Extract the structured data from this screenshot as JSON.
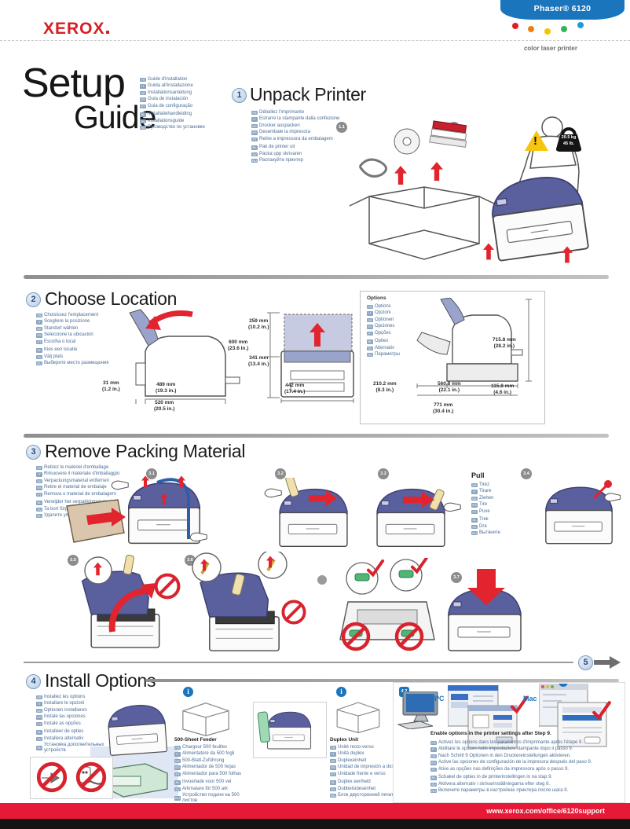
{
  "header": {
    "brand": "XEROX",
    "product": "Phaser® 6120",
    "tagline": "color laser printer",
    "dot_colors": [
      "#e02020",
      "#f07f13",
      "#f5c400",
      "#2fb457",
      "#1a9dd9"
    ]
  },
  "title": {
    "word1": "Setup",
    "word2": "Guide",
    "languages": [
      {
        "code": "FR",
        "text": "Guide d'installation"
      },
      {
        "code": "IT",
        "text": "Guida all'installazione"
      },
      {
        "code": "DE",
        "text": "Installationsanleitung"
      },
      {
        "code": "ES",
        "text": "Guía de instalación"
      },
      {
        "code": "PT",
        "text": "Guia de configuração"
      },
      {
        "code": "NL",
        "text": "Installatiehandleiding"
      },
      {
        "code": "SV",
        "text": "Installationsguide"
      },
      {
        "code": "RU",
        "text": "Руководство по установке"
      }
    ]
  },
  "unpack": {
    "number": "1",
    "title": "Unpack Printer",
    "languages": [
      {
        "code": "FR",
        "text": "Déballez l'imprimante"
      },
      {
        "code": "IT",
        "text": "Estrarre la stampante dalla confezione"
      },
      {
        "code": "DE",
        "text": "Drucker auspacken"
      },
      {
        "code": "ES",
        "text": "Desembale la impresora"
      },
      {
        "code": "PT",
        "text": "Retire a impressora da embalagem"
      },
      {
        "code": "NL",
        "text": "Pak de printer uit"
      },
      {
        "code": "SV",
        "text": "Packa upp skrivaren"
      },
      {
        "code": "RU",
        "text": "Распакуйте принтер"
      }
    ],
    "step1": "1.1",
    "step2": "1.2",
    "warning_mark": "!",
    "weight_kg": "20.5 kg",
    "weight_lb": "45 lb."
  },
  "location": {
    "number": "2",
    "title": "Choose Location",
    "languages": [
      {
        "code": "FR",
        "text": "Choisissez l'emplacement"
      },
      {
        "code": "IT",
        "text": "Scegliere la posizione"
      },
      {
        "code": "DE",
        "text": "Standort wählen"
      },
      {
        "code": "ES",
        "text": "Seleccione la ubicación"
      },
      {
        "code": "PT",
        "text": "Escolha o local"
      },
      {
        "code": "NL",
        "text": "Kies een locatie"
      },
      {
        "code": "SV",
        "text": "Välj plats"
      },
      {
        "code": "RU",
        "text": "Выберите место размещения"
      }
    ],
    "side_dims": {
      "a_mm": "31 mm",
      "a_in": "(1.2 in.)",
      "b_mm": "489 mm",
      "b_in": "(19.3 in.)",
      "c_mm": "520 mm",
      "c_in": "(20.5 in.)"
    },
    "front_dims": {
      "top_mm": "259 mm",
      "top_in": "(10.2 in.)",
      "left_mm": "600 mm",
      "left_in": "(23.6 in.)",
      "mid_mm": "341 mm",
      "mid_in": "(13.4 in.)",
      "bottom_mm": "442 mm",
      "bottom_in": "(17.4 in.)"
    },
    "options_panel": {
      "title": "Options",
      "languages": [
        {
          "code": "FR",
          "text": "Options"
        },
        {
          "code": "IT",
          "text": "Opzioni"
        },
        {
          "code": "DE",
          "text": "Optionen"
        },
        {
          "code": "ES",
          "text": "Opciones"
        },
        {
          "code": "PT",
          "text": "Opções"
        },
        {
          "code": "NL",
          "text": "Opties"
        },
        {
          "code": "SV",
          "text": "Alternativ"
        },
        {
          "code": "RU",
          "text": "Параметры"
        }
      ],
      "dims": {
        "height_mm": "715.8 mm",
        "height_in": "(28.2 in.)",
        "left_mm": "210.2 mm",
        "left_in": "(8.3 in.)",
        "width_mm": "560.8 mm",
        "width_in": "(22.1 in.)",
        "right_mm": "115.8 mm",
        "right_in": "(4.6 in.)",
        "total_mm": "771 mm",
        "total_in": "(30.4 in.)"
      }
    }
  },
  "packing": {
    "number": "3",
    "title": "Remove Packing Material",
    "languages": [
      {
        "code": "FR",
        "text": "Retirez le matériel d'emballage"
      },
      {
        "code": "IT",
        "text": "Rimuovere il materiale d'imballaggio"
      },
      {
        "code": "DE",
        "text": "Verpackungsmaterial entfernen"
      },
      {
        "code": "ES",
        "text": "Retire el material de embalaje"
      },
      {
        "code": "PT",
        "text": "Remova o material de embalagem"
      },
      {
        "code": "NL",
        "text": "Verwijder het verpakkingsmateriaal"
      },
      {
        "code": "SV",
        "text": "Ta bort förpackningsmaterial"
      },
      {
        "code": "RU",
        "text": "Удалите упаковочный материал"
      }
    ],
    "steps": [
      "3.1",
      "3.2",
      "3.3",
      "3.4",
      "3.5",
      "3.6",
      "3.7"
    ],
    "pull": {
      "title": "Pull",
      "languages": [
        {
          "code": "FR",
          "text": "Tirez"
        },
        {
          "code": "IT",
          "text": "Tirare"
        },
        {
          "code": "DE",
          "text": "Ziehen"
        },
        {
          "code": "ES",
          "text": "Tire"
        },
        {
          "code": "PT",
          "text": "Puxe"
        },
        {
          "code": "NL",
          "text": "Trek"
        },
        {
          "code": "SV",
          "text": "Dra"
        },
        {
          "code": "RU",
          "text": "Вытяните"
        }
      ]
    },
    "next_step": "5"
  },
  "options": {
    "number": "4",
    "title": "Install Options",
    "languages": [
      {
        "code": "FR",
        "text": "Installez les options"
      },
      {
        "code": "IT",
        "text": "Installare le opzioni"
      },
      {
        "code": "DE",
        "text": "Optionen installieren"
      },
      {
        "code": "ES",
        "text": "Instale las opciones"
      },
      {
        "code": "PT",
        "text": "Instale as opções"
      },
      {
        "code": "NL",
        "text": "Installeer de opties"
      },
      {
        "code": "SV",
        "text": "Installera alternativ"
      },
      {
        "code": "RU",
        "text": "Установка дополнительных устройств"
      }
    ],
    "info_label": "i",
    "monitor_step": "4.2",
    "pc_label": "PC",
    "mac_label": "Mac",
    "feeder": {
      "title": "500-Sheet Feeder",
      "languages": [
        {
          "code": "FR",
          "text": "Chargeur 500 feuilles"
        },
        {
          "code": "IT",
          "text": "Alimentatore da 500 fogli"
        },
        {
          "code": "DE",
          "text": "500-Blatt-Zuführung"
        },
        {
          "code": "ES",
          "text": "Alimentador de 500 hojas"
        },
        {
          "code": "PT",
          "text": "Alimentador para 500 folhas"
        },
        {
          "code": "NL",
          "text": "Invoerlade voor 500 vel"
        },
        {
          "code": "SV",
          "text": "Arkmatare för 500 ark"
        },
        {
          "code": "RU",
          "text": "Устройство подачи на 500 листов"
        }
      ]
    },
    "duplex": {
      "title": "Duplex Unit",
      "languages": [
        {
          "code": "FR",
          "text": "Unité recto-verso"
        },
        {
          "code": "IT",
          "text": "Unità duplex"
        },
        {
          "code": "DE",
          "text": "Duplexeinheit"
        },
        {
          "code": "ES",
          "text": "Unidad de impresión a dos caras"
        },
        {
          "code": "PT",
          "text": "Unidade frente e verso"
        },
        {
          "code": "NL",
          "text": "Duplex eenheid"
        },
        {
          "code": "SV",
          "text": "Dubbelsidesenhet"
        },
        {
          "code": "RU",
          "text": "Блок двусторонней печати"
        }
      ]
    },
    "enable": {
      "title": "Enable options in the printer settings after Step 9.",
      "languages": [
        {
          "code": "FR",
          "text": "Activez les options dans les paramètres d'imprimante après l'étape 9."
        },
        {
          "code": "IT",
          "text": "Abilitare le opzioni nelle impostazioni stampante dopo il passo 9."
        },
        {
          "code": "DE",
          "text": "Nach Schritt 9 Optionen in den Druckereinstellungen aktivieren."
        },
        {
          "code": "ES",
          "text": "Active las opciones de configuración de la impresora después del paso 9."
        },
        {
          "code": "PT",
          "text": "Ative as opções nas definições da impressora após o passo 9."
        },
        {
          "code": "NL",
          "text": "Schakel de opties in de printerinstellingen in na stap 9."
        },
        {
          "code": "SV",
          "text": "Aktivera alternativ i skrivarinställningarna efter steg 9."
        },
        {
          "code": "RU",
          "text": "Включите параметры в настройках принтера после шага 9."
        }
      ]
    }
  },
  "footer": {
    "url": "www.xerox.com/office/6120support"
  }
}
